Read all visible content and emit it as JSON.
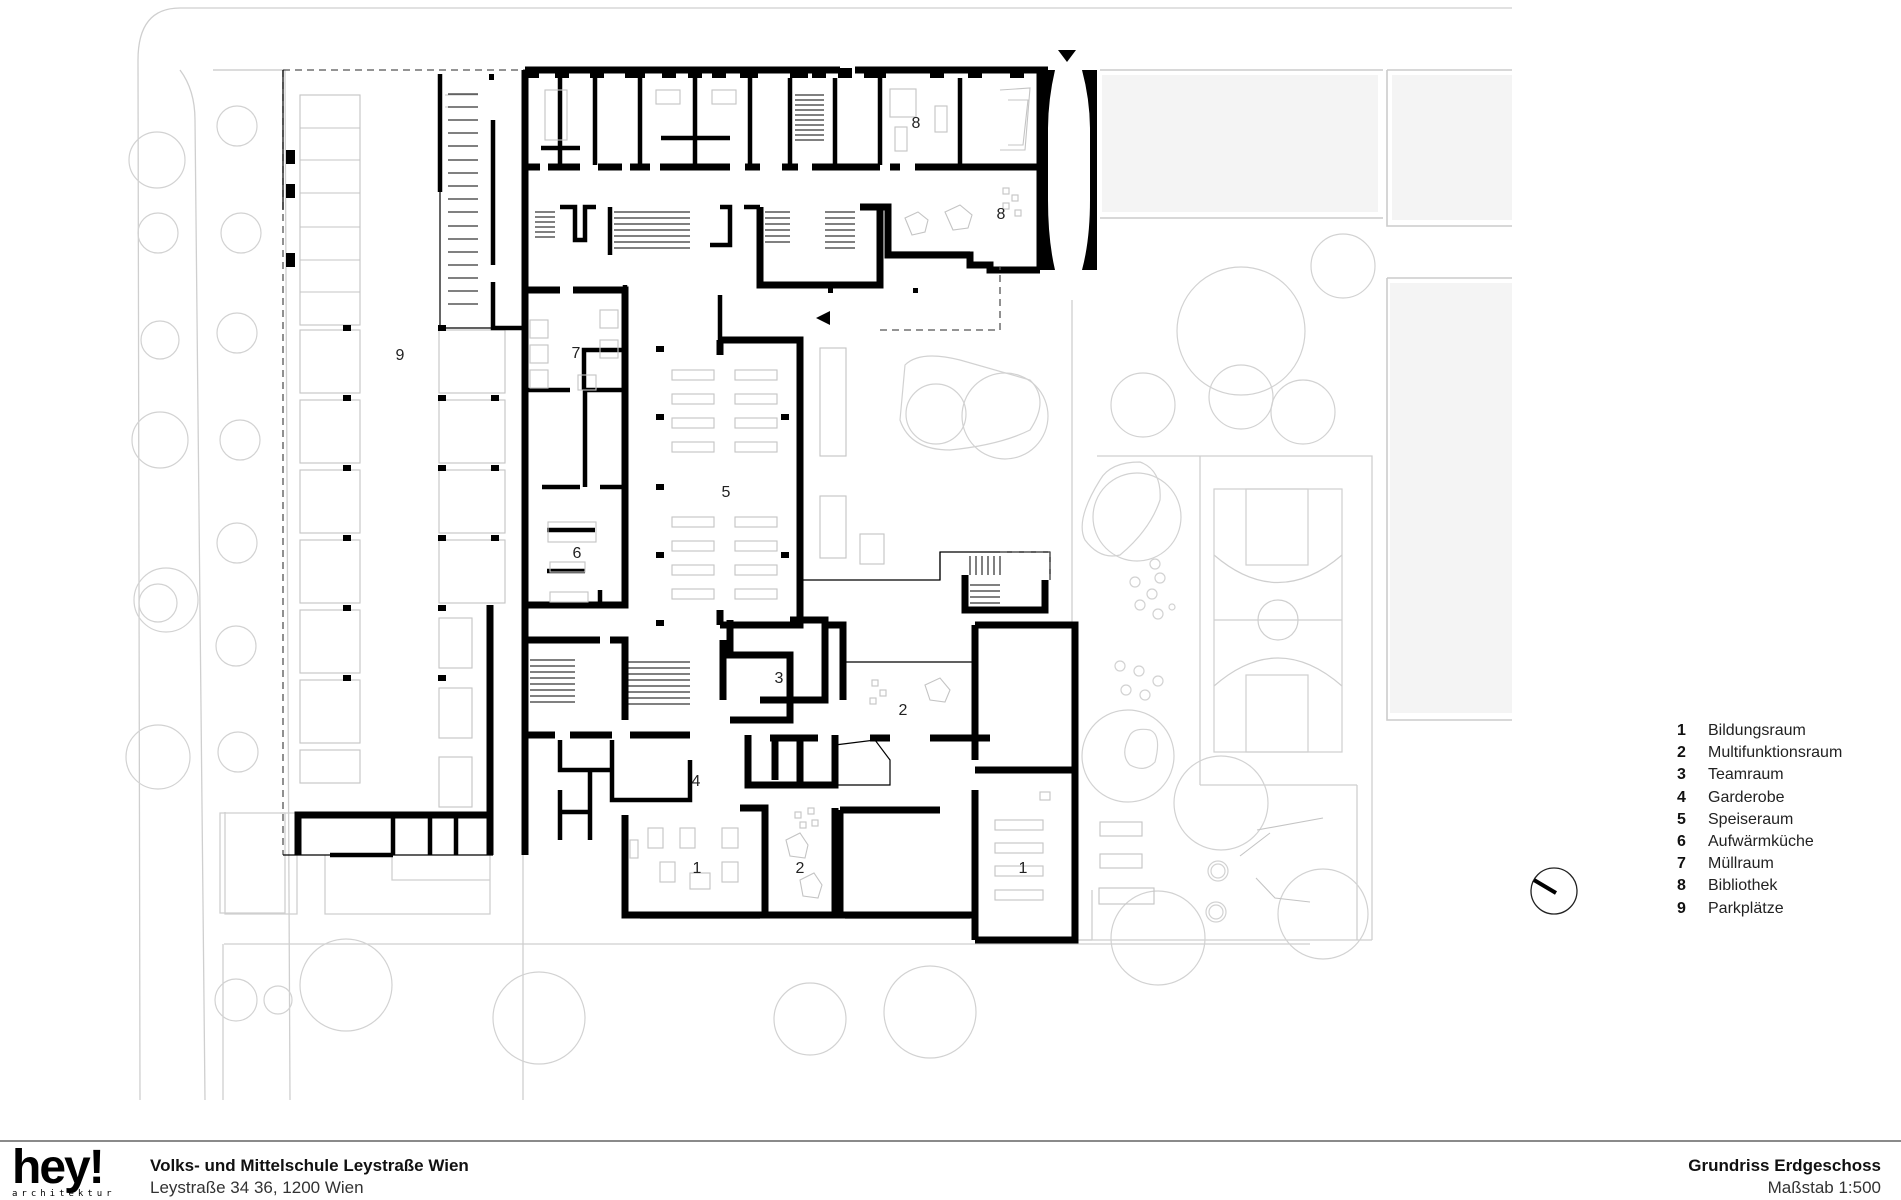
{
  "drawing": {
    "type": "Architectural floor plan",
    "room_labels": {
      "r1a": "1",
      "r1b": "1",
      "r2a": "2",
      "r2b": "2",
      "r3": "3",
      "r4": "4",
      "r5": "5",
      "r6": "6",
      "r7": "7",
      "r8a": "8",
      "r8b": "8",
      "r9": "9"
    }
  },
  "legend": {
    "items": [
      {
        "num": "1",
        "label": "Bildungsraum"
      },
      {
        "num": "2",
        "label": "Multifunktionsraum"
      },
      {
        "num": "3",
        "label": "Teamraum"
      },
      {
        "num": "4",
        "label": "Garderobe"
      },
      {
        "num": "5",
        "label": "Speiseraum"
      },
      {
        "num": "6",
        "label": "Aufwärmküche"
      },
      {
        "num": "7",
        "label": "Müllraum"
      },
      {
        "num": "8",
        "label": "Bibliothek"
      },
      {
        "num": "9",
        "label": "Parkplätze"
      }
    ]
  },
  "north_arrow": {
    "icon": "north-arrow-icon"
  },
  "footer": {
    "logo_main": "hey!",
    "logo_sub": "architektur",
    "project_title": "Volks- und Mittelschule Leystraße Wien",
    "project_address": "Leystraße 34 36, 1200 Wien",
    "sheet_title": "Grundriss Erdgeschoss",
    "sheet_scale": "Maßstab 1:500"
  },
  "colors": {
    "wall": "#000000",
    "site_lines": "#cfcfcf",
    "sports_field_fill": "#f4f4f4",
    "footer_rule": "#8a8a8a"
  }
}
